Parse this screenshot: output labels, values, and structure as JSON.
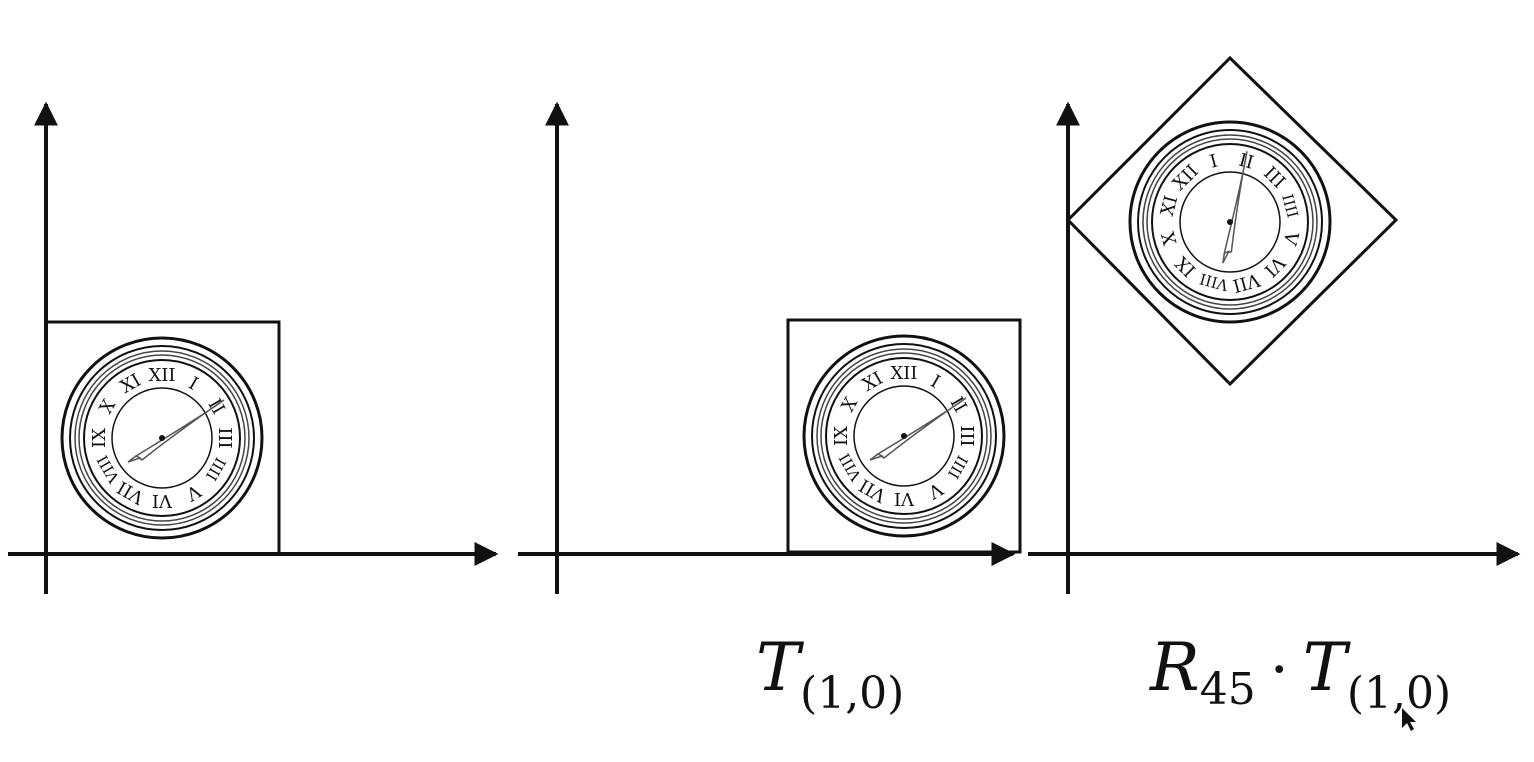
{
  "panels": [
    {
      "id": "original",
      "caption": null
    },
    {
      "id": "translated",
      "caption": {
        "main": "T",
        "sub": "(1,0)"
      }
    },
    {
      "id": "rotated-translated",
      "caption": {
        "main1": "R",
        "sub1": "45",
        "op": "·",
        "main2": "T",
        "sub2": "(1,0)"
      }
    }
  ],
  "clock": {
    "numerals": [
      "XII",
      "I",
      "II",
      "III",
      "IIII",
      "V",
      "VI",
      "VII",
      "VIII",
      "IX",
      "X",
      "XI"
    ]
  },
  "colors": {
    "ink": "#111111",
    "background": "#ffffff",
    "hand": "#666666"
  }
}
